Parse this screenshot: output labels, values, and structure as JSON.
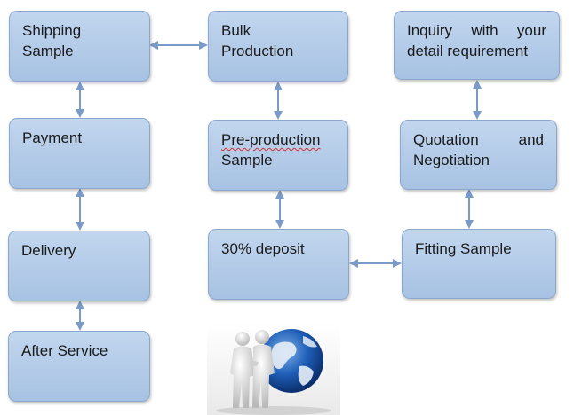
{
  "diagram": {
    "boxes": {
      "shipping_sample": "Shipping Sample",
      "bulk_production": "Bulk Production",
      "inquiry_line1": "Inquiry with your",
      "inquiry_line2": "detail requirement",
      "payment": "Payment",
      "preproduction_word": "Pre-production",
      "preproduction_rest": "Sample",
      "quotation_line1": "Quotation and",
      "quotation_line2": "Negotiation",
      "delivery": "Delivery",
      "deposit": "30% deposit",
      "fitting_sample": "Fitting Sample",
      "after_service": "After Service"
    },
    "image": {
      "icon": "handshake-globe-icon"
    },
    "colors": {
      "box_fill_top": "#c2d6ee",
      "box_fill_bottom": "#a7c2e3",
      "arrow": "#7a9bc8"
    }
  }
}
